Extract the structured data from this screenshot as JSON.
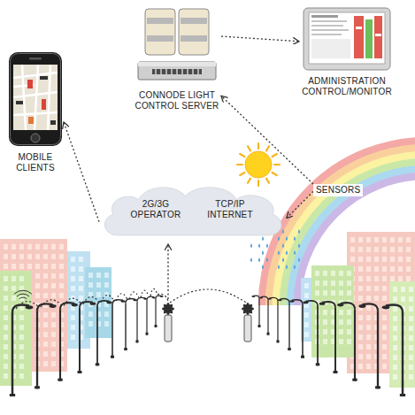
{
  "diagram": {
    "nodes": [
      {
        "text": [
          "MOBILE CLIENTS"
        ]
      },
      {
        "text": [
          "CONNODE LIGHT CONTROL SERVER"
        ]
      },
      {
        "text": [
          "ADMINISTRATION CONTROL/MONITOR"
        ]
      },
      {
        "text": [
          "2G/3G OPERATOR",
          "TCP/IP INTERNET"
        ]
      },
      {
        "text": [
          "SENSORS"
        ]
      }
    ],
    "edges": [
      {
        "from": 1,
        "to": 2,
        "arrow": "to"
      },
      {
        "from": 3,
        "to": 0,
        "arrow": "to"
      },
      {
        "from": 4,
        "to": 1,
        "arrow": "to"
      },
      {
        "from": 4,
        "to": 3,
        "arrow": "to"
      }
    ]
  }
}
